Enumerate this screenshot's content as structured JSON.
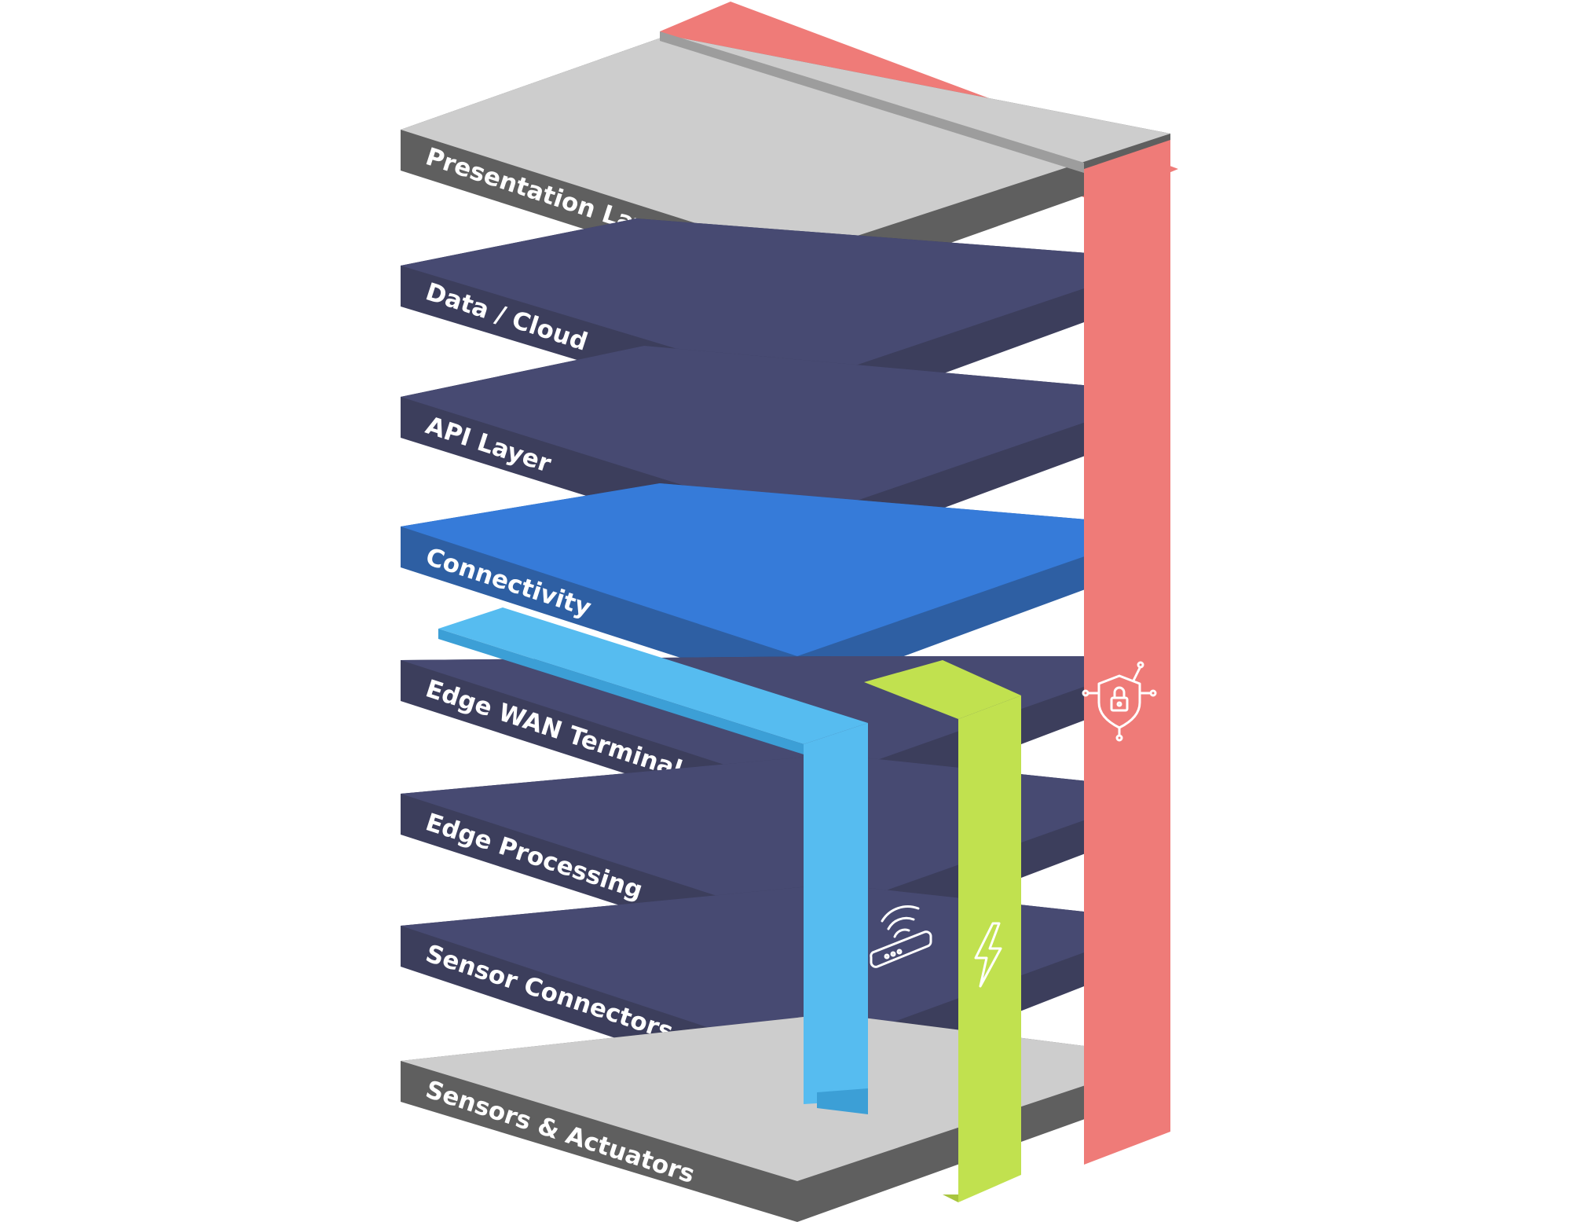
{
  "layers": [
    {
      "key": "presentation",
      "label": "Presentation Layer",
      "top": "#cdcdcd",
      "side": "#5f5f5f",
      "front": "#5f5f5f"
    },
    {
      "key": "data-cloud",
      "label": "Data / Cloud",
      "top": "#474a72",
      "side": "#3c3e5c",
      "front": "#3c3e5c"
    },
    {
      "key": "api",
      "label": "API Layer",
      "top": "#474a72",
      "side": "#3c3e5c",
      "front": "#3c3e5c"
    },
    {
      "key": "connectivity",
      "label": "Connectivity",
      "top": "#367bd9",
      "side": "#2e5fa3",
      "front": "#2e5fa3"
    },
    {
      "key": "edge-wan",
      "label": "Edge WAN Terminal",
      "top": "#474a72",
      "side": "#3c3e5c",
      "front": "#3c3e5c"
    },
    {
      "key": "edge-processing",
      "label": "Edge Processing",
      "top": "#474a72",
      "side": "#3c3e5c",
      "front": "#3c3e5c"
    },
    {
      "key": "sensor-connectors",
      "label": "Sensor Connectors",
      "top": "#474a72",
      "side": "#3c3e5c",
      "front": "#3c3e5c"
    },
    {
      "key": "sensors-actuators",
      "label": "Sensors & Actuators",
      "top": "#cdcdcd",
      "side": "#5f5f5f",
      "front": "#5f5f5f"
    }
  ],
  "bands": {
    "security": {
      "color": "#ef7b78",
      "icon": "shield-lock-icon"
    },
    "network": {
      "color": "#56bcf0",
      "icon": "router-wifi-icon"
    },
    "power": {
      "color": "#c1e14f",
      "icon": "lightning-bolt-icon"
    }
  }
}
